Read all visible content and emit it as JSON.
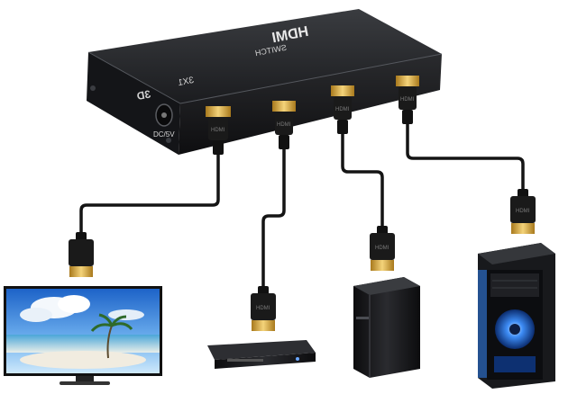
{
  "switch": {
    "brand": "HDMI",
    "model": "SWITCH",
    "ports": "3X1",
    "mode": "3D",
    "power_label": "DC/5V"
  },
  "cable": {
    "plug_label": "HDMI"
  },
  "colors": {
    "switch_body": "#1e1f22",
    "cable": "#151515",
    "gold": "#d9a93a",
    "tv_sky": "#3f86d6",
    "pc_glow": "#2f7ff0"
  }
}
